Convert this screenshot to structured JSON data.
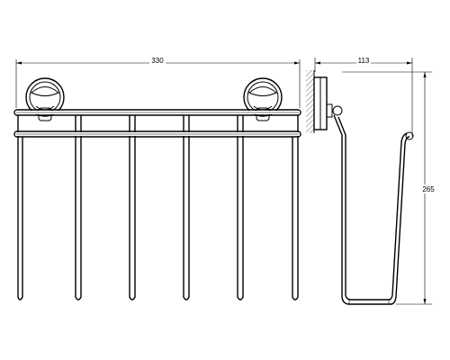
{
  "drawing": {
    "front_view": {
      "width_dimension": "330"
    },
    "side_view": {
      "depth_dimension": "113",
      "height_dimension": "265"
    }
  }
}
